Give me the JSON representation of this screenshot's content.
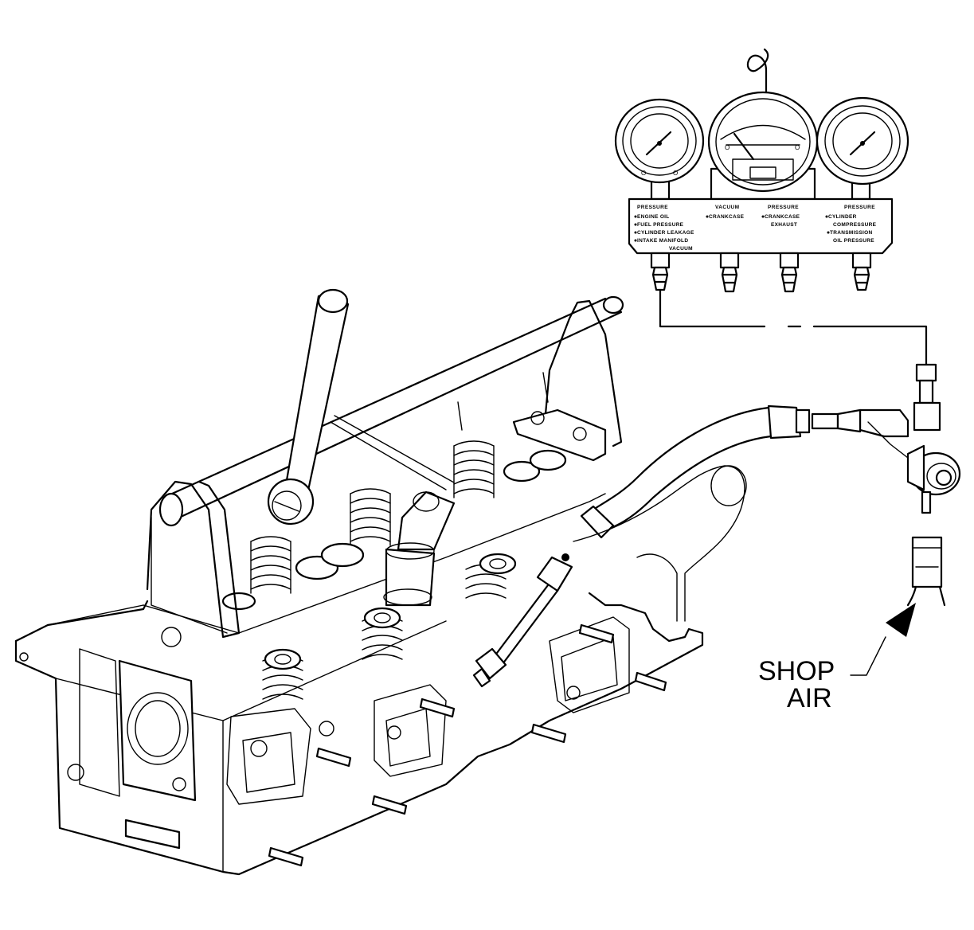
{
  "callout": {
    "line1": "SHOP",
    "line2": "AIR"
  },
  "manifold_panel": {
    "columns": [
      {
        "header": "PRESSURE",
        "items": [
          "ENGINE OIL",
          "FUEL PRESSURE",
          "CYLINDER LEAKAGE",
          "INTAKE MANIFOLD",
          "VACUUM"
        ]
      },
      {
        "header": "VACUUM",
        "items": [
          "CRANKCASE"
        ]
      },
      {
        "header": "PRESSURE",
        "items": [
          "CRANKCASE",
          "EXHAUST"
        ]
      },
      {
        "header": "PRESSURE",
        "items": [
          "CYLINDER",
          "COMPRESSURE",
          "TRANSMISSION",
          "OIL PRESSURE"
        ]
      }
    ]
  },
  "gauges": [
    {
      "name": "left-pressure-gauge",
      "labels": [
        "O",
        "O"
      ]
    },
    {
      "name": "center-vacuum-gauge",
      "labels": [
        "O",
        "O"
      ]
    },
    {
      "name": "right-pressure-gauge",
      "labels": []
    }
  ],
  "icons": [
    "gauge-icon",
    "hook-icon",
    "arrow-icon",
    "spring-icon",
    "hose-icon",
    "regulator-icon"
  ]
}
